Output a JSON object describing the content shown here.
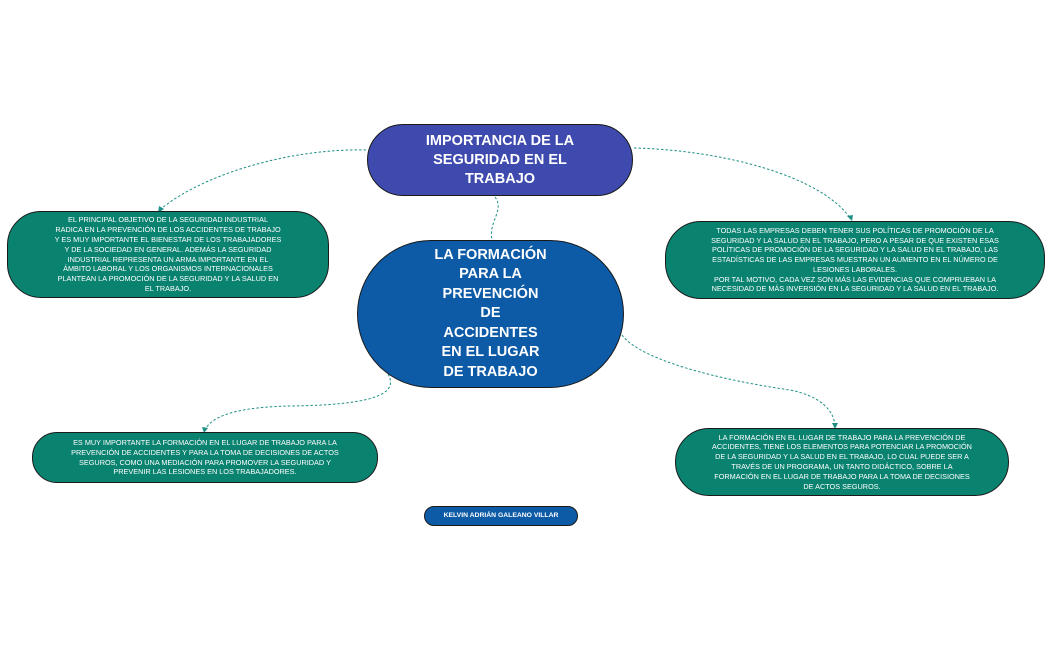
{
  "topic": {
    "title": "IMPORTANCIA DE LA\nSEGURIDAD EN EL\nTRABAJO"
  },
  "central": {
    "title": "LA FORMACIÓN\nPARA LA\nPREVENCIÓN\nDE\nACCIDENTES\nEN EL LUGAR\nDE TRABAJO"
  },
  "nodes": {
    "objetivo": "EL PRINCIPAL OBJETIVO DE LA SEGURIDAD INDUSTRIAL\nRADICA EN LA PREVENCIÓN DE LOS ACCIDENTES DE TRABAJO\nY ES MUY IMPORTANTE EL BIENESTAR DE LOS TRABAJADORES\nY DE LA SOCIEDAD EN GENERAL.   ADEMÁS LA SEGURIDAD\nINDUSTRIAL REPRESENTA UN ARMA IMPORTANTE EN EL\nÁMBITO LABORAL Y LOS ORGANISMOS INTERNACIONALES\nPLANTEAN LA PROMOCIÓN DE LA SEGURIDAD Y LA SALUD EN\nEL TRABAJO.",
    "politicas": "TODAS LAS EMPRESAS DEBEN TENER SUS POLÍTICAS DE PROMOCIÓN DE LA\nSEGURIDAD Y LA SALUD EN EL TRABAJO,  PERO A PESAR DE QUE EXISTEN ESAS\nPOLÍTICAS DE PROMOCIÓN DE LA SEGURIDAD Y LA SALUD EN EL TRABAJO, LAS\nESTADÍSTICAS DE LAS EMPRESAS MUESTRAN UN AUMENTO EN EL NÚMERO DE\nLESIONES LABORALES.\nPOR TAL MOTIVO, CADA VEZ SON MÁS LAS EVIDENCIAS QUE COMPRUEBAN LA\nNECESIDAD DE MÁS INVERSIÓN EN LA SEGURIDAD Y LA SALUD EN EL TRABAJO.",
    "formacion_importante": "ES MUY IMPORTANTE LA FORMACIÓN EN EL LUGAR DE TRABAJO PARA LA\nPREVENCIÓN DE ACCIDENTES Y PARA LA TOMA DE DECISIONES DE ACTOS\nSEGUROS, COMO UNA MEDIACIÓN PARA PROMOVER LA SEGURIDAD Y\nPREVENIR LAS LESIONES EN LOS TRABAJADORES.",
    "formacion_elementos": "LA FORMACIÓN EN EL LUGAR DE TRABAJO PARA LA PREVENCIÓN DE\nACCIDENTES, TIENE LOS ELEMENTOS PARA POTENCIAR LA PROMOCIÓN\nDE LA SEGURIDAD Y LA SALUD EN EL TRABAJO,  LO CUAL PUEDE SER A\nTRAVÉS DE UN PROGRAMA, UN TANTO DIDÁCTICO, SOBRE LA\nFORMACIÓN EN EL LUGAR DE TRABAJO PARA LA TOMA DE DECISIONES\nDE ACTOS SEGUROS."
  },
  "author": "KELVIN ADRIÁN GALEANO VILLAR",
  "colors": {
    "topic": "#3e4aad",
    "central": "#0d5aa6",
    "subnode": "#0a8270",
    "connector": "#1f8f86"
  }
}
